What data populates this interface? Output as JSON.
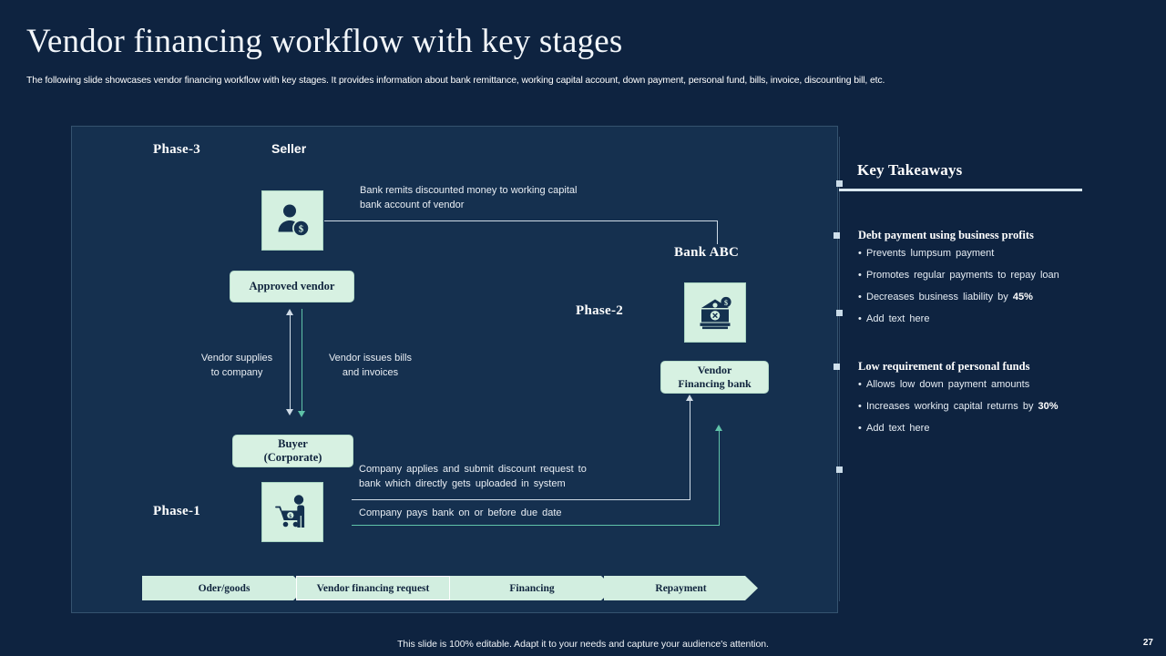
{
  "header": {
    "title": "Vendor financing workflow with key stages",
    "subtitle": "The following slide showcases vendor financing workflow with key stages. It provides information about bank remittance, working capital account, down payment, personal fund, bills, invoice, discounting bill, etc."
  },
  "diagram": {
    "phases": {
      "phase3": "Phase-3",
      "phase2": "Phase-2",
      "phase1": "Phase-1"
    },
    "roles": {
      "seller": "Seller",
      "bank_abc": "Bank ABC"
    },
    "chips": {
      "approved_vendor": "Approved vendor",
      "buyer_line1": "Buyer",
      "buyer_line2": "(Corporate)",
      "vendor_financing_line1": "Vendor",
      "vendor_financing_line2": "Financing bank"
    },
    "notes": {
      "remit_line1": "Bank remits discounted money to working capital",
      "remit_line2": "bank account of vendor",
      "vendor_supplies_line1": "Vendor supplies",
      "vendor_supplies_line2": "to company",
      "vendor_issues_line1": "Vendor issues bills",
      "vendor_issues_line2": "and invoices",
      "applies_line1": "Company applies and submit discount request to",
      "applies_line2": "bank which directly gets uploaded in system",
      "pays_bank": "Company pays bank on or before due date"
    },
    "icons": {
      "seller": "person-with-dollar-icon",
      "bank": "bank-building-with-dollar-icon",
      "buyer": "person-with-shopping-cart-icon"
    },
    "stages": [
      {
        "label": "Oder/goods",
        "shape": "chevron"
      },
      {
        "label": "Vendor financing request",
        "shape": "rectangle-outlined"
      },
      {
        "label": "Financing",
        "shape": "chevron"
      },
      {
        "label": "Repayment",
        "shape": "chevron"
      }
    ]
  },
  "key_takeaways": {
    "title": "Key Takeaways",
    "groups": [
      {
        "heading": "Debt payment using business profits",
        "items": [
          {
            "text": "Prevents lumpsum payment",
            "highlight": ""
          },
          {
            "text": "Promotes regular payments to repay loan",
            "highlight": ""
          },
          {
            "text": "Decreases business liability by ",
            "highlight": "45%"
          },
          {
            "text": "Add text here",
            "highlight": ""
          }
        ]
      },
      {
        "heading": "Low requirement of personal funds",
        "items": [
          {
            "text": "Allows low down payment amounts",
            "highlight": ""
          },
          {
            "text": "Increases working capital returns by ",
            "highlight": "30%"
          },
          {
            "text": "Add text here",
            "highlight": ""
          }
        ]
      }
    ]
  },
  "footer": {
    "note": "This slide is 100% editable. Adapt it to your needs and capture your audience's attention.",
    "page_number": "27"
  },
  "colors": {
    "background": "#0e2340",
    "panel": "#15304f",
    "mint": "#d4f0e0",
    "teal_accent": "#5fc2a8",
    "line_white": "#cfdbe6",
    "dark_ink": "#10243d"
  }
}
